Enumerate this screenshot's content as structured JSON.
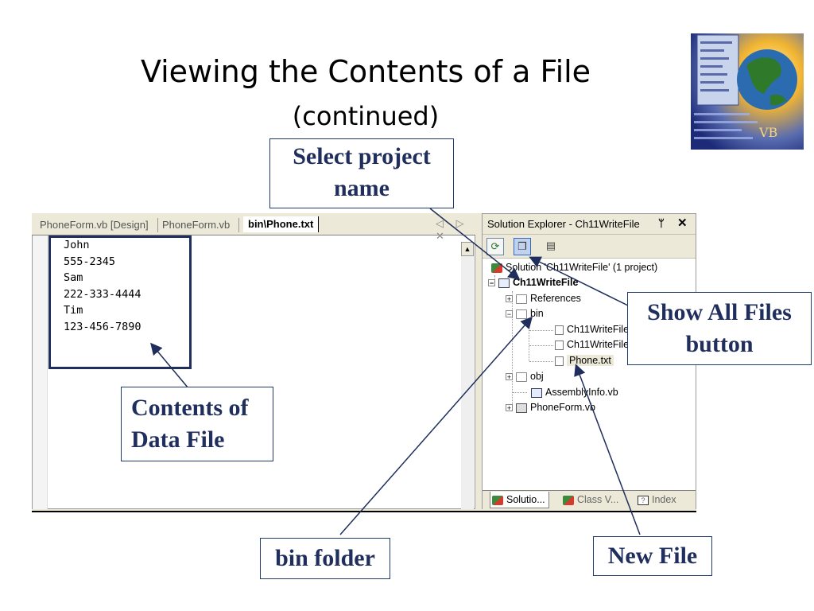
{
  "slide": {
    "title": "Viewing the Contents of a File",
    "subtitle": "(continued)"
  },
  "logo": {
    "icon": "vb-net-globe-logo"
  },
  "editor": {
    "tabs": [
      {
        "label": "PhoneForm.vb [Design]",
        "active": false
      },
      {
        "label": "PhoneForm.vb",
        "active": false
      },
      {
        "label": "bin\\Phone.txt",
        "active": true
      }
    ],
    "nav_glyphs": "◁ ▷ ✕",
    "file_lines": [
      "John",
      "555-2345",
      "Sam",
      "222-333-4444",
      "Tim",
      "123-456-7890"
    ]
  },
  "solution_explorer": {
    "title": "Solution Explorer - Ch11WriteFile",
    "pin_glyph": "ᛘ",
    "close_glyph": "✕",
    "toolbar": {
      "refresh_icon": "refresh-icon",
      "show_all_icon": "show-all-files-icon",
      "properties_icon": "properties-icon"
    },
    "tree": {
      "solution": "Solution 'Ch11WriteFile' (1 project)",
      "project": "Ch11WriteFile",
      "references": "References",
      "bin": "bin",
      "bin_file1": "Ch11WriteFile",
      "bin_file2": "Ch11WriteFile",
      "phone": "Phone.txt",
      "obj": "obj",
      "assemblyinfo": "AssemblyInfo.vb",
      "phoneform": "PhoneForm.vb"
    },
    "bottom_tabs": [
      "Solutio...",
      "Class V...",
      "Index"
    ]
  },
  "callouts": {
    "select_project": "Select project name",
    "show_all": "Show All Files button",
    "contents": "Contents of Data File",
    "bin_folder": "bin folder",
    "new_file": "New File"
  },
  "colors": {
    "callout_text": "#1f2e5c",
    "ide_chrome": "#ece9d8"
  }
}
